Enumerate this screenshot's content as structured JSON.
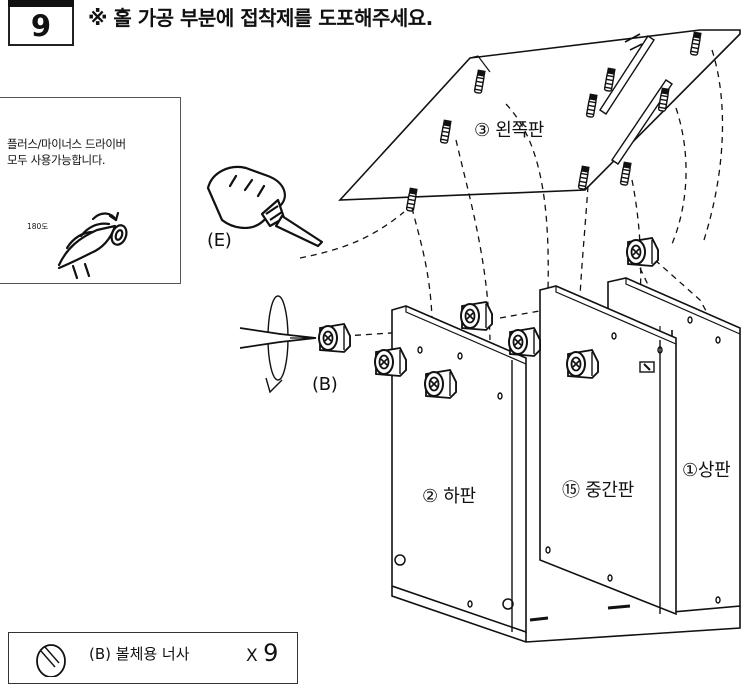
{
  "step": {
    "label": "9"
  },
  "instruction": "※ 홀 가공 부분에 접착제를 도포해주세요.",
  "note": {
    "text": "플러스/마이너스 드라이버\n모두 사용가능합니다.",
    "degree": "180도"
  },
  "labels": {
    "left_panel": "③ 왼쪽판",
    "bottom_panel": "② 하판",
    "middle_panel": "⑮ 중간판",
    "top_panel": "①상판",
    "glue": "(E)",
    "bolt": "(B)"
  },
  "bottom": {
    "text": "(B) 볼체용 너사",
    "qty_prefix": "X",
    "qty": "9"
  }
}
